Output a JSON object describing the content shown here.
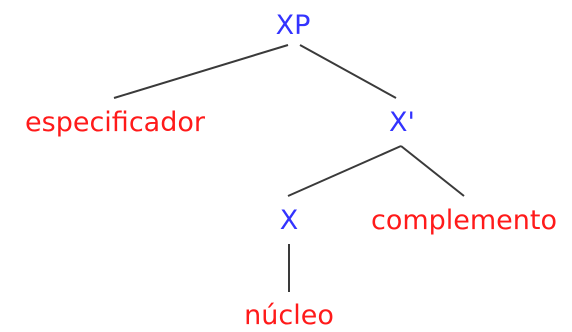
{
  "colors": {
    "category": "#3333ff",
    "function": "#ff1a1a",
    "line": "#3a3a3a"
  },
  "tree": {
    "nodes": [
      {
        "id": "xp",
        "label": "XP",
        "kind": "category"
      },
      {
        "id": "specifier",
        "label": "especificador",
        "kind": "function"
      },
      {
        "id": "xbar",
        "label": "X'",
        "kind": "category"
      },
      {
        "id": "x",
        "label": "X",
        "kind": "category"
      },
      {
        "id": "complement",
        "label": "complemento",
        "kind": "function"
      },
      {
        "id": "head",
        "label": "núcleo",
        "kind": "function"
      }
    ],
    "edges": [
      {
        "from": "xp",
        "to": "specifier"
      },
      {
        "from": "xp",
        "to": "xbar"
      },
      {
        "from": "xbar",
        "to": "x"
      },
      {
        "from": "xbar",
        "to": "complement"
      },
      {
        "from": "x",
        "to": "head"
      }
    ]
  }
}
